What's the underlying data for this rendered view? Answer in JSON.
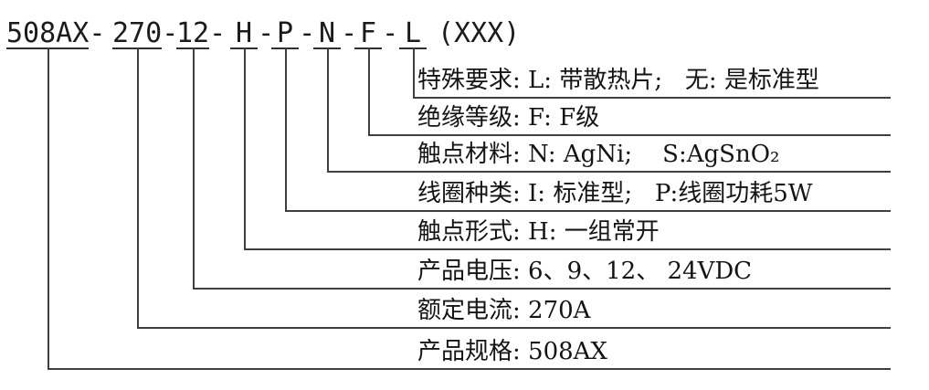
{
  "part_number": {
    "segments": [
      {
        "code": "508AX",
        "separator": "-"
      },
      {
        "code": "270",
        "separator": "-"
      },
      {
        "code": "12",
        "separator": "-"
      },
      {
        "code": "H",
        "separator": "-"
      },
      {
        "code": "P",
        "separator": "-"
      },
      {
        "code": "N",
        "separator": "-"
      },
      {
        "code": "F",
        "separator": "-"
      },
      {
        "code": "L",
        "separator": ""
      }
    ],
    "suffix": "(XXX)"
  },
  "legend_rows": [
    {
      "text": "特殊要求: L: 带散热片;   无: 是标准型"
    },
    {
      "text": "绝缘等级: F: F级"
    },
    {
      "text": "触点材料: N: AgNi;    S:AgSnO₂"
    },
    {
      "text": "线圈种类: I: 标准型;   P:线圈功耗5W"
    },
    {
      "text": "触点形式: H: 一组常开"
    },
    {
      "text": "产品电压: 6、9、12、 24VDC"
    },
    {
      "text": "额定电流: 270A"
    },
    {
      "text": "产品规格: 508AX"
    }
  ],
  "colors": {
    "line": "#3f3f3f",
    "text": "#141414"
  }
}
